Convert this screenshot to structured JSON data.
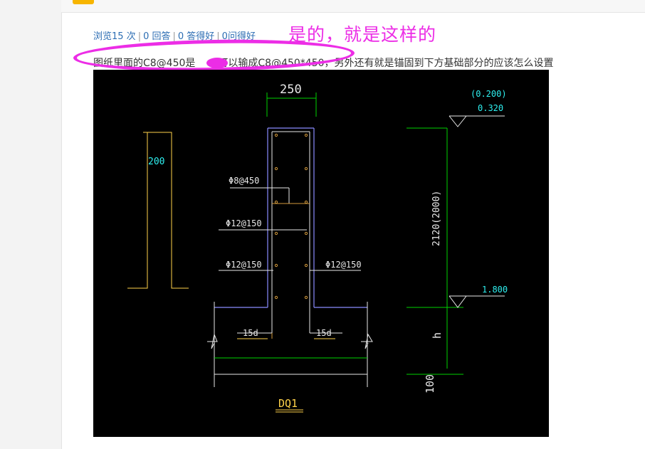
{
  "stats": {
    "views": "浏览15 次",
    "answers": "0 回答",
    "answer_good": "0 答得好",
    "question_good": "0问得好"
  },
  "annotation_text": "是的，就是这样的",
  "question": {
    "text_before": "图纸里面的C8@450是",
    "text_after": "可以输成C8@450*450，另外还有就是锚固到下方基础部分的应该怎么设置"
  },
  "drawing": {
    "label_width": "250",
    "label_left_height": "200",
    "label_c8": "Φ8@450",
    "label_c12_a": "Φ12@150",
    "label_c12_b": "Φ12@150",
    "label_c12_c": "Φ12@150",
    "label_15d_left": "15d",
    "label_15d_right": "15d",
    "elev_top_paren": "(0.200)",
    "elev_top": "0.320",
    "elev_mid": "1.800",
    "dim_vertical": "2120(2000)",
    "dim_h": "h",
    "dim_100": "100",
    "section_label": "DQ1",
    "colors": {
      "background": "#000000",
      "green": "#00d200",
      "white": "#e8e8e8",
      "yellow": "#ffd24a",
      "cyan": "#2ef0f0",
      "blue_outline": "#8a8cff",
      "orange": "#d39a3c"
    }
  }
}
